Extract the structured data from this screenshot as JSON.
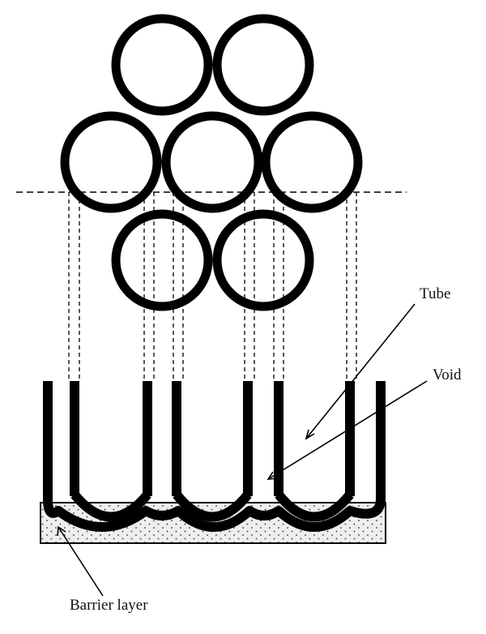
{
  "labels": {
    "tube": "Tube",
    "void": "Void",
    "barrier_layer": "Barrier layer"
  },
  "colors": {
    "stroke": "#000000",
    "barrier_fill": "#eeeeee",
    "background": "#ffffff"
  }
}
